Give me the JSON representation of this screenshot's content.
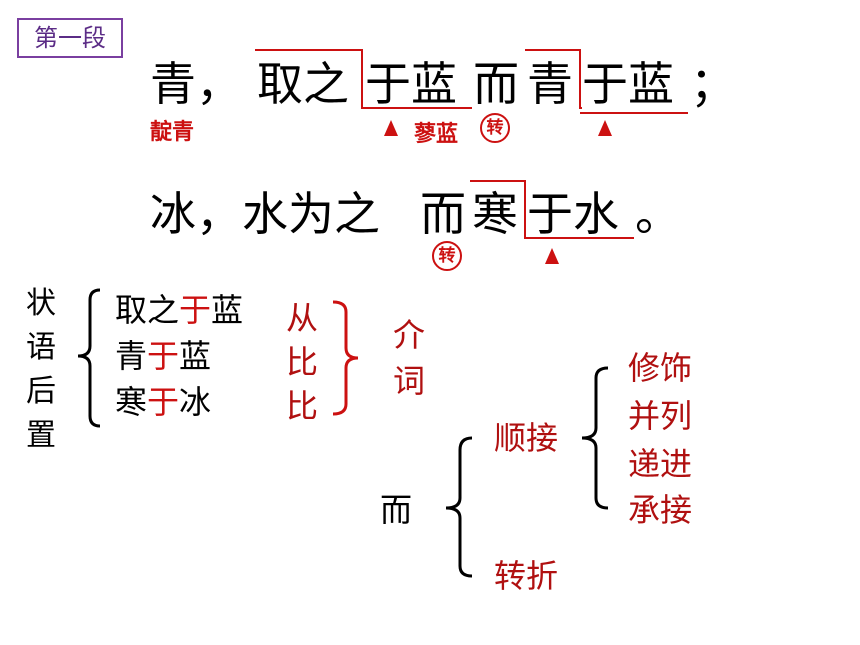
{
  "section_label": "第一段",
  "line1": {
    "c1": "青，",
    "c2": "取之",
    "c3": "于蓝",
    "c4": "而",
    "c5": "青",
    "c6": "于蓝",
    "c7": "；"
  },
  "note_dianqing": "靛青",
  "note_liaolan": "蓼蓝",
  "zhuan": "转",
  "line2": {
    "c1": "冰，水为之",
    "c2": "而",
    "c3": "寒",
    "c4": "于水",
    "c5": "。"
  },
  "left_group": {
    "label": "状语后置",
    "rows": [
      {
        "pre": "取之",
        "hl": "于",
        "post": "蓝"
      },
      {
        "pre": "青",
        "hl": "于",
        "post": "蓝"
      },
      {
        "pre": "寒",
        "hl": "于",
        "post": "冰"
      }
    ],
    "meanings": [
      "从",
      "比",
      "比"
    ],
    "pos": "介词"
  },
  "er_tree": {
    "root": "而",
    "branch1": "顺接",
    "branch2": "转折",
    "sub": [
      "修饰",
      "并列",
      "递进",
      "承接"
    ]
  }
}
